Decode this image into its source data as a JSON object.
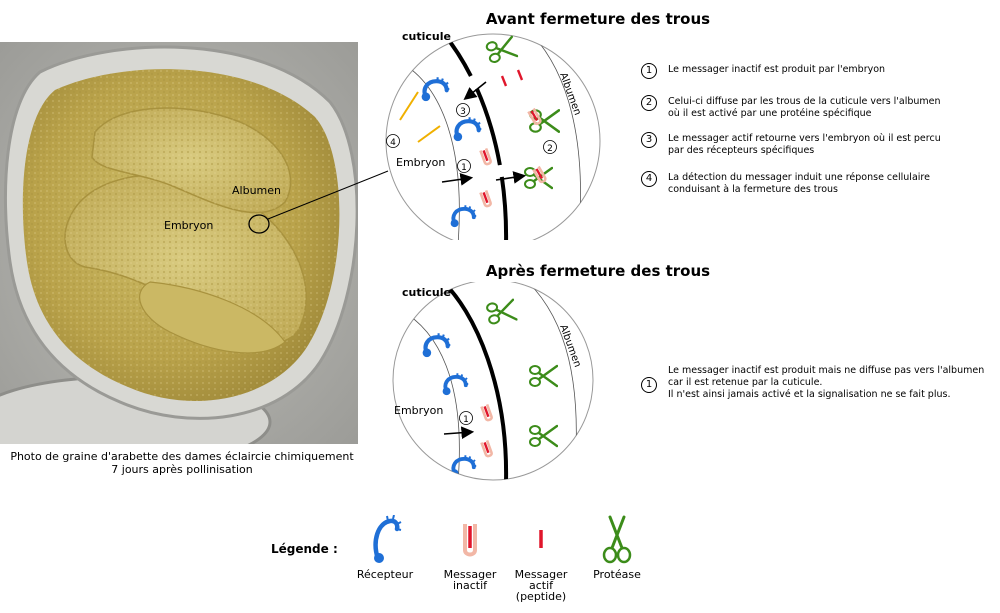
{
  "titles": {
    "before": "Avant fermeture des trous",
    "after": "Après fermeture des trous"
  },
  "photo": {
    "albumen_label": "Albumen",
    "embryo_label": "Embryon",
    "caption_line1": "Photo de graine d'arabette des dames éclaircie chimiquement",
    "caption_line2": "7 jours après pollinisation"
  },
  "diagram_labels": {
    "cuticle": "cuticule",
    "albumen": "Albumen",
    "embryo": "Embryon"
  },
  "numbers": [
    "1",
    "2",
    "3",
    "4"
  ],
  "steps_before": [
    {
      "num": "1",
      "lines": [
        "Le messager inactif est produit par l'embryon"
      ]
    },
    {
      "num": "2",
      "lines": [
        "Celui-ci diffuse par les trous de la cuticule vers l'albumen",
        "où il est activé par une protéine spécifique"
      ]
    },
    {
      "num": "3",
      "lines": [
        "Le messager actif retourne vers l'embryon où il est percu",
        "par des récepteurs spécifiques"
      ]
    },
    {
      "num": "4",
      "lines": [
        "La détection du messager induit une réponse cellulaire",
        "conduisant à la fermeture des trous"
      ]
    }
  ],
  "steps_after": [
    {
      "num": "1",
      "lines": [
        "Le messager inactif est produit mais ne diffuse pas vers l'albumen",
        "car il est retenue par la cuticule.",
        "Il n'est ainsi jamais activé et la signalisation ne se fait plus."
      ]
    }
  ],
  "legend": {
    "title": "Légende :",
    "receptor": [
      "Récepteur"
    ],
    "inactive": [
      "Messager",
      "inactif"
    ],
    "active": [
      "Messager",
      "actif",
      "(peptide)"
    ],
    "protease": [
      "Protéase"
    ]
  },
  "colors": {
    "receptor": "#1f6fd6",
    "inactive_outer": "#f2b7a6",
    "active": "#e0162b",
    "protease": "#3c8c1a",
    "signal": "#f0b000"
  }
}
